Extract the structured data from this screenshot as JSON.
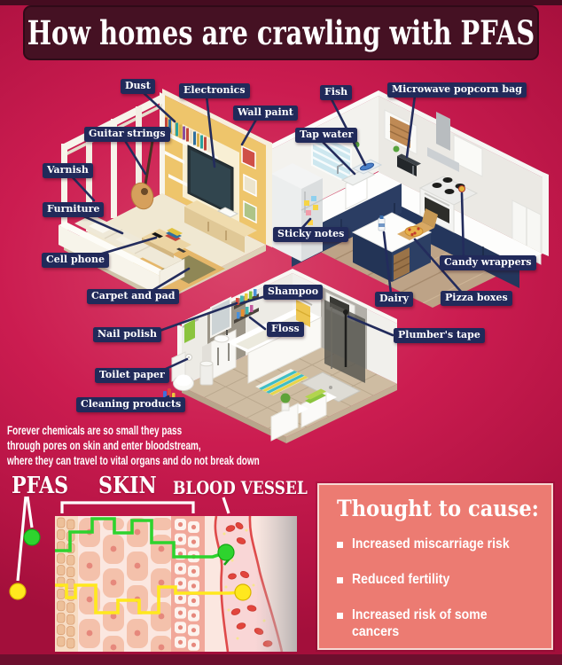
{
  "title": "How homes are crawling with PFAS",
  "labels": {
    "dust": "Dust",
    "electronics": "Electronics",
    "wall_paint": "Wall paint",
    "guitar_strings": "Guitar strings",
    "varnish": "Varnish",
    "furniture": "Furniture",
    "cell_phone": "Cell phone",
    "carpet_and_pad": "Carpet and pad",
    "fish": "Fish",
    "tap_water": "Tap water",
    "microwave_popcorn_bag": "Microwave popcorn bag",
    "sticky_notes": "Sticky notes",
    "candy_wrappers": "Candy wrappers",
    "dairy": "Dairy",
    "pizza_boxes": "Pizza boxes",
    "shampoo": "Shampoo",
    "floss": "Floss",
    "nail_polish": "Nail polish",
    "plumbers_tape": "Plumber's tape",
    "toilet_paper": "Toilet paper",
    "cleaning_products": "Cleaning products"
  },
  "description": {
    "lines": [
      "Forever chemicals are so small they pass",
      "through pores on skin and enter bloodstream,",
      "where they can travel to vital organs and do not break down"
    ]
  },
  "skin_diagram": {
    "pfas": "PFAS",
    "skin": "SKIN",
    "blood_vessel": "BLOOD VESSEL"
  },
  "causes": {
    "heading": "Thought to cause:",
    "items": [
      "Increased miscarriage risk",
      "Reduced fertility",
      "Increased risk of some cancers"
    ]
  },
  "colors": {
    "background": "#c81a4e",
    "banner_bg": "#451123",
    "label_bg": "#212a5a",
    "leader_line": "#232c5c",
    "panel_bg": "#ec7b72",
    "pfas_green": "#2ed32e",
    "pfas_yellow": "#ffe81e",
    "vessel_red": "#df4a4a"
  }
}
